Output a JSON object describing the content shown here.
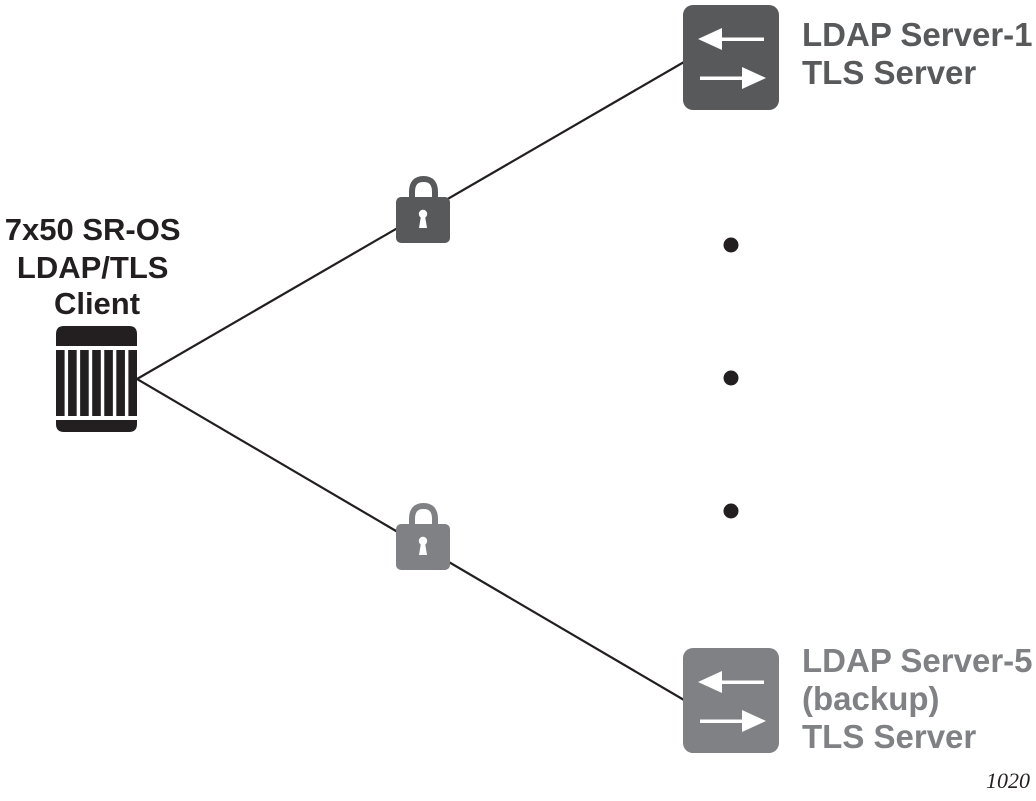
{
  "colors": {
    "client": "#231f20",
    "primary_server": "#58595b",
    "backup_server": "#808184",
    "link": "#231f20",
    "dot": "#231f20",
    "icon_glyph": "#ffffff",
    "figure_number": "#231f20"
  },
  "client": {
    "icon": "router-icon",
    "label_lines": [
      "7x50 SR-OS",
      "LDAP/TLS",
      "Client"
    ]
  },
  "servers": [
    {
      "id": "server-1",
      "icon": "server-switch-icon",
      "role": "primary",
      "label_lines": [
        "LDAP Server-1",
        "TLS Server"
      ]
    },
    {
      "id": "server-5",
      "icon": "server-switch-icon",
      "role": "backup",
      "label_lines": [
        "LDAP Server-5",
        "(backup)",
        "TLS Server"
      ]
    }
  ],
  "links": [
    {
      "from": "client",
      "to": "server-1",
      "secured": true,
      "lock_icon": "lock-icon"
    },
    {
      "from": "client",
      "to": "server-5",
      "secured": true,
      "lock_icon": "lock-icon"
    }
  ],
  "ellipsis": {
    "count": 3,
    "meaning": "servers 2 through 4 omitted"
  },
  "figure_number": "1020"
}
